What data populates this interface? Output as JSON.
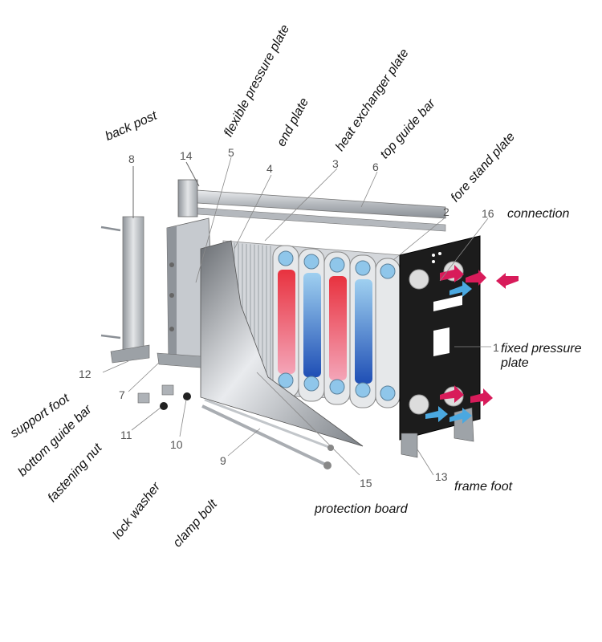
{
  "labels": {
    "back_post": "back post",
    "flexible_pressure_plate": "flexible pressure plate",
    "end_plate": "end plate",
    "heat_exchanger_plate": "heat exchanger plate",
    "top_guide_bar": "top guide bar",
    "fore_stand_plate": "fore stand plate",
    "connection": "connection",
    "fixed_pressure_plate": "fixed pressure plate",
    "frame_foot": "frame foot",
    "protection_board": "protection board",
    "clamp_bolt": "clamp bolt",
    "lock_washer": "lock washer",
    "fastening_nut": "fastening nut",
    "bottom_guide_bar": "bottom guide bar",
    "support_foot": "support foot"
  },
  "numbers": {
    "n1": "1",
    "n2": "2",
    "n3": "3",
    "n4": "4",
    "n5": "5",
    "n6": "6",
    "n7": "7",
    "n8": "8",
    "n9": "9",
    "n10": "10",
    "n11": "11",
    "n12": "12",
    "n13": "13",
    "n14": "14",
    "n15": "15",
    "n16": "16"
  },
  "colors": {
    "hot": "#e02a3a",
    "cold": "#2a6fd0",
    "frame": "#1c1c1c",
    "steel": "#bfc3c8",
    "arrow_hot": "#d81b5a",
    "arrow_cold": "#4aa8e0"
  }
}
